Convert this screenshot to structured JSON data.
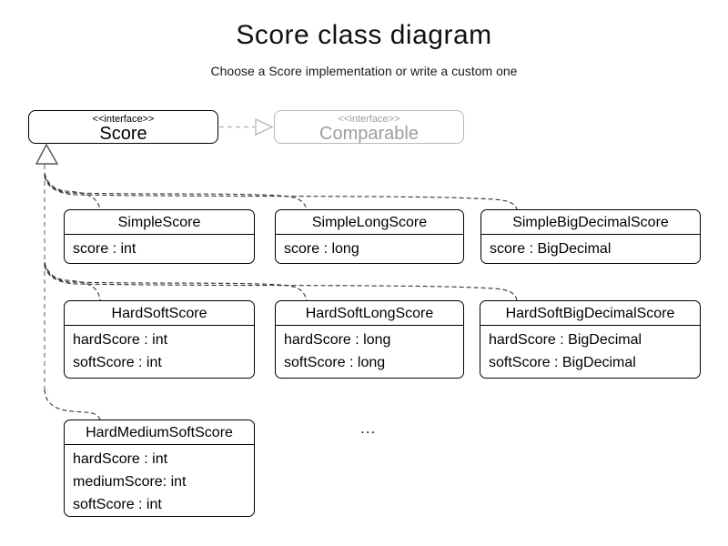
{
  "page": {
    "title": "Score class diagram",
    "subtitle": "Choose a Score implementation or write a custom one",
    "ellipsis": "..."
  },
  "colors": {
    "class_border": "#000000",
    "class_text": "#000000",
    "muted_border": "#b8b8b8",
    "muted_text": "#9e9e9e",
    "connector": "#333333",
    "trunk": "#8a8a8a",
    "triangle_stroke": "#555555"
  },
  "interfaces": {
    "score": {
      "stereotype": "<<interface>>",
      "name": "Score"
    },
    "comparable": {
      "stereotype": "<<interface>>",
      "name": "Comparable"
    }
  },
  "classes": [
    {
      "name": "SimpleScore",
      "attributes": [
        "score : int"
      ]
    },
    {
      "name": "SimpleLongScore",
      "attributes": [
        "score : long"
      ]
    },
    {
      "name": "SimpleBigDecimalScore",
      "attributes": [
        "score : BigDecimal"
      ]
    },
    {
      "name": "HardSoftScore",
      "attributes": [
        "hardScore : int",
        "softScore : int"
      ]
    },
    {
      "name": "HardSoftLongScore",
      "attributes": [
        "hardScore : long",
        "softScore : long"
      ]
    },
    {
      "name": "HardSoftBigDecimalScore",
      "attributes": [
        "hardScore : BigDecimal",
        "softScore : BigDecimal"
      ]
    },
    {
      "name": "HardMediumSoftScore",
      "attributes": [
        "hardScore : int",
        "mediumScore: int",
        "softScore : int"
      ]
    }
  ]
}
